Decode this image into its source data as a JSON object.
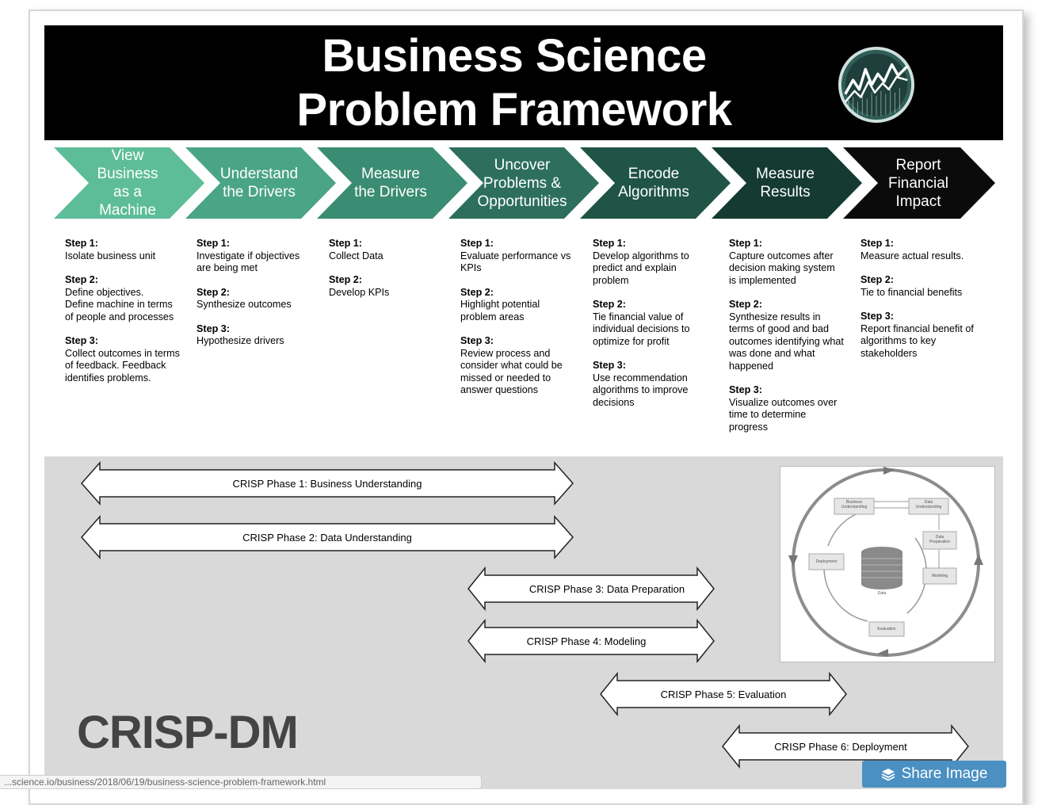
{
  "title": {
    "line1": "Business Science",
    "line2": "Problem Framework"
  },
  "colors": {
    "banner": "#000000",
    "grey_panel": "#d9d9d9",
    "share_button": "#4a90c2",
    "chevrons": [
      "#5dbd98",
      "#4aa486",
      "#3a8c72",
      "#2d6f5c",
      "#1f5446",
      "#143a31",
      "#0b0b0b"
    ]
  },
  "chevrons": [
    {
      "label": "View\nBusiness\nas a Machine"
    },
    {
      "label": "Understand\nthe Drivers"
    },
    {
      "label": "Measure\nthe Drivers"
    },
    {
      "label": "Uncover\nProblems &\nOpportunities"
    },
    {
      "label": "Encode\nAlgorithms"
    },
    {
      "label": "Measure\nResults"
    },
    {
      "label": "Report\nFinancial\nImpact"
    }
  ],
  "columns": [
    {
      "steps": [
        {
          "head": "Step 1:",
          "text": "Isolate business unit"
        },
        {
          "head": "Step 2:",
          "text": "Define objectives.\nDefine machine in terms\nof people and processes"
        },
        {
          "head": "Step 3:",
          "text": "Collect outcomes in terms\nof feedback. Feedback\nidentifies problems."
        }
      ]
    },
    {
      "steps": [
        {
          "head": "Step 1:",
          "text": "Investigate if objectives\nare being met"
        },
        {
          "head": "Step 2:",
          "text": "Synthesize outcomes"
        },
        {
          "head": "Step 3:",
          "text": "Hypothesize drivers"
        }
      ]
    },
    {
      "steps": [
        {
          "head": "Step 1:",
          "text": "Collect Data"
        },
        {
          "head": "Step 2:",
          "text": "Develop KPIs"
        }
      ]
    },
    {
      "steps": [
        {
          "head": "Step 1:",
          "text": "Evaluate performance vs\nKPIs"
        },
        {
          "head": "Step 2:",
          "text": "Highlight potential\nproblem areas"
        },
        {
          "head": "Step 3:",
          "text": "Review process and\nconsider what could be\nmissed or needed to\nanswer questions"
        }
      ]
    },
    {
      "steps": [
        {
          "head": "Step 1:",
          "text": "Develop algorithms to\npredict and explain\nproblem"
        },
        {
          "head": "Step 2:",
          "text": "Tie financial value of\nindividual decisions to\noptimize for profit"
        },
        {
          "head": "Step 3:",
          "text": "Use recommendation\nalgorithms to improve\ndecisions"
        }
      ]
    },
    {
      "steps": [
        {
          "head": "Step 1:",
          "text": "Capture outcomes after\ndecision making system\nis implemented"
        },
        {
          "head": "Step 2:",
          "text": "Synthesize results in\nterms of good and bad\noutcomes identifying what\nwas done and what\nhappened"
        },
        {
          "head": "Step 3:",
          "text": "Visualize outcomes over\ntime to determine\nprogress"
        }
      ]
    },
    {
      "steps": [
        {
          "head": "Step 1:",
          "text": "Measure actual results."
        },
        {
          "head": "Step 2:",
          "text": "Tie to financial benefits"
        },
        {
          "head": "Step 3:",
          "text": "Report financial benefit of\nalgorithms to key\nstakeholders"
        }
      ]
    }
  ],
  "phases": [
    {
      "label": "CRISP Phase 1: Business Understanding"
    },
    {
      "label": "CRISP Phase 2: Data Understanding"
    },
    {
      "label": "CRISP Phase 3: Data Preparation"
    },
    {
      "label": "CRISP Phase 4: Modeling"
    },
    {
      "label": "CRISP Phase 5: Evaluation"
    },
    {
      "label": "CRISP Phase 6: Deployment"
    }
  ],
  "crisp_title": "CRISP-DM",
  "cycle": {
    "business_understanding": "Business\nUnderstanding",
    "data_understanding": "Data\nUnderstanding",
    "data_preparation": "Data\nPreparation",
    "modeling": "Modeling",
    "evaluation": "Evaluation",
    "deployment": "Deployment",
    "data": "Data"
  },
  "url_text": "...science.io/business/2018/06/19/business-science-problem-framework.html",
  "share_label": "Share Image",
  "share_icon": "layers-icon"
}
